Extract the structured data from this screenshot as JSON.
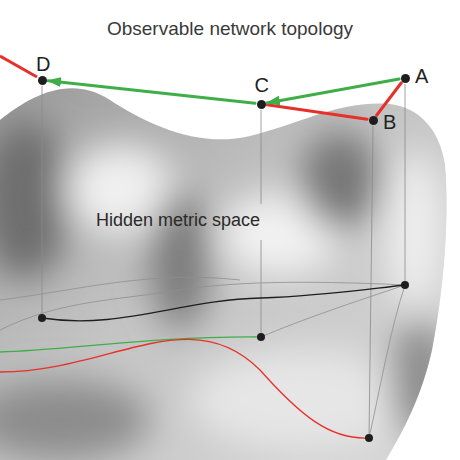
{
  "diagram": {
    "title": "Observable network topology",
    "nodes": [
      {
        "text": [
          "D"
        ]
      },
      {
        "text": [
          "C"
        ]
      },
      {
        "text": [
          "A"
        ]
      },
      {
        "text": [
          "B"
        ]
      }
    ],
    "edges": [
      {
        "from": 2,
        "to": 1,
        "arrow": "to"
      },
      {
        "from": 1,
        "to": 0,
        "arrow": "to"
      },
      {
        "from": 1,
        "to": 3,
        "arrow": "none"
      },
      {
        "from": 3,
        "to": 2,
        "arrow": "none"
      }
    ],
    "labels": [
      "Hidden metric space"
    ]
  }
}
